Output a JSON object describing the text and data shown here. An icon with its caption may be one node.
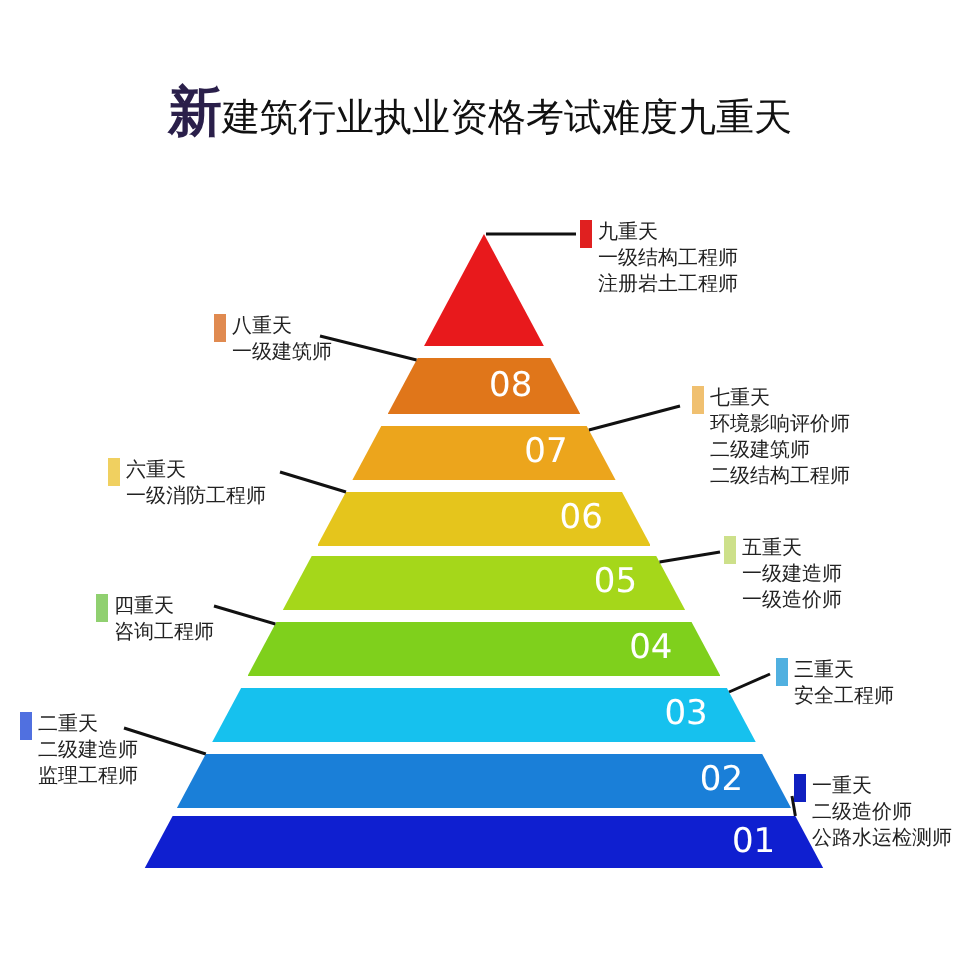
{
  "diagram": {
    "title": "**新**建筑行业执业资格考试难度九重天",
    "nodes": [
      {
        "text": [],
        "shape": "triangle"
      },
      {
        "text": [
          "08"
        ]
      },
      {
        "text": [
          "07"
        ]
      },
      {
        "text": [
          "06"
        ]
      },
      {
        "text": [
          "05"
        ]
      },
      {
        "text": [
          "04"
        ]
      },
      {
        "text": [
          "03"
        ]
      },
      {
        "text": [
          "02"
        ]
      },
      {
        "text": [
          "01"
        ]
      },
      {
        "text": [
          "九重天",
          "一级结构工程师",
          "注册岩土工程师"
        ]
      },
      {
        "text": [
          "八重天",
          "一级建筑师"
        ]
      },
      {
        "text": [
          "七重天",
          "环境影响评价师",
          "二级建筑师",
          "二级结构工程师"
        ]
      },
      {
        "text": [
          "六重天",
          "一级消防工程师"
        ]
      },
      {
        "text": [
          "五重天",
          "一级建造师",
          "一级造价师"
        ]
      },
      {
        "text": [
          "四重天",
          "咨询工程师"
        ]
      },
      {
        "text": [
          "三重天",
          "安全工程师"
        ]
      },
      {
        "text": [
          "二重天",
          "二级建造师",
          "监理工程师"
        ]
      },
      {
        "text": [
          "一重天",
          "二级造价师",
          "公路水运检测师"
        ]
      }
    ],
    "edges": [
      {
        "from": 9,
        "to": 0,
        "arrow": "none"
      },
      {
        "from": 10,
        "to": 1,
        "arrow": "none"
      },
      {
        "from": 11,
        "to": 2,
        "arrow": "none"
      },
      {
        "from": 12,
        "to": 3,
        "arrow": "none"
      },
      {
        "from": 13,
        "to": 4,
        "arrow": "none"
      },
      {
        "from": 14,
        "to": 5,
        "arrow": "none"
      },
      {
        "from": 15,
        "to": 6,
        "arrow": "none"
      },
      {
        "from": 16,
        "to": 7,
        "arrow": "none"
      },
      {
        "from": 17,
        "to": 8,
        "arrow": "none"
      }
    ]
  }
}
